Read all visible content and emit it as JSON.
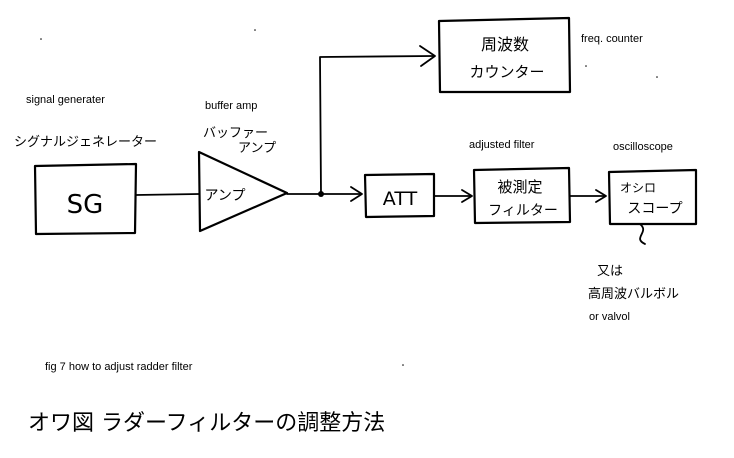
{
  "labels": {
    "signal_generator_en": "signal generater",
    "signal_generator_jp": "シグナルジェネレーター",
    "buffer_amp_en": "buffer amp",
    "buffer_amp_jp_1": "バッファー",
    "buffer_amp_jp_2": "アンプ",
    "freq_counter_en": "freq. counter",
    "adjusted_filter_en": "adjusted filter",
    "oscilloscope_en": "oscilloscope",
    "probe_note_1": "又は",
    "probe_note_2": "高周波バルボル",
    "probe_note_3": "or valvol",
    "caption_en": "fig 7 how to adjust radder filter",
    "caption_jp": "オワ図 ラダーフィルターの調整方法"
  },
  "blocks": {
    "sg": "SG",
    "amp": "アンプ",
    "att": "ATT",
    "counter_1": "周波数",
    "counter_2": "カウンター",
    "filter_1": "被測定",
    "filter_2": "フィルター",
    "scope_1": "オシロ",
    "scope_2": "スコープ"
  }
}
